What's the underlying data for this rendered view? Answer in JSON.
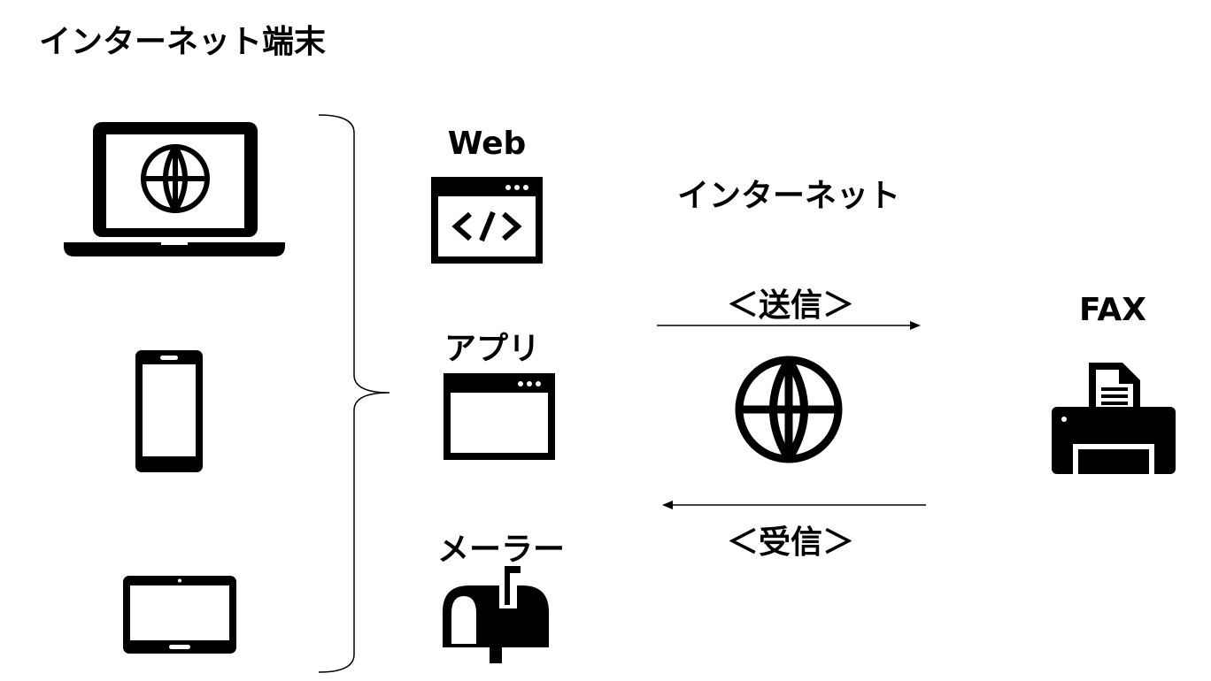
{
  "title": "インターネット端末",
  "channels": {
    "web": "Web",
    "app": "アプリ",
    "mailer": "メーラー"
  },
  "network": {
    "label": "インターネット",
    "send": "＜送信＞",
    "receive": "＜受信＞"
  },
  "fax": {
    "label": "FAX"
  },
  "icons": {
    "laptop": "laptop-globe-icon",
    "smartphone": "smartphone-icon",
    "tablet": "tablet-icon",
    "web": "web-code-window-icon",
    "app": "app-window-icon",
    "mailer": "mailbox-icon",
    "internet": "globe-icon",
    "fax": "fax-machine-icon"
  }
}
